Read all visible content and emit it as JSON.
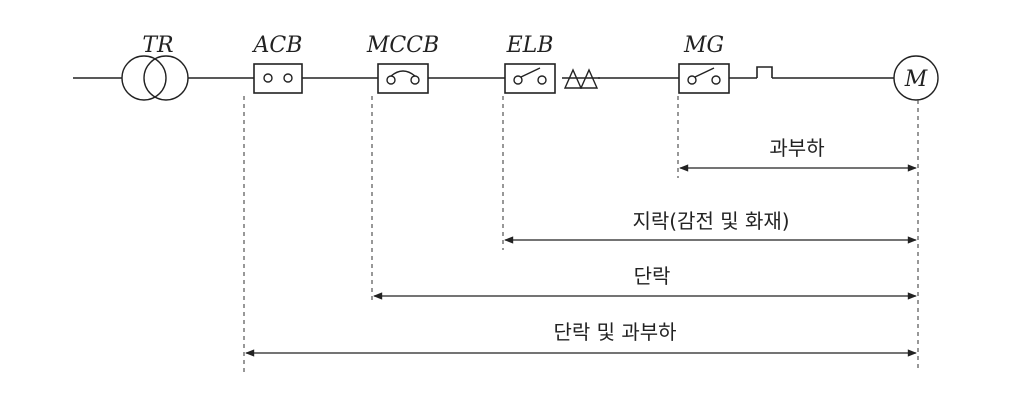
{
  "devices": {
    "tr": {
      "label": "TR"
    },
    "acb": {
      "label": "ACB"
    },
    "mccb": {
      "label": "MCCB"
    },
    "elb": {
      "label": "ELB"
    },
    "mg": {
      "label": "MG"
    },
    "motor": {
      "label": "M"
    }
  },
  "ranges": [
    {
      "id": "overload",
      "label": "과부하"
    },
    {
      "id": "ground-fault",
      "label": "지락(감전 및 화재)"
    },
    {
      "id": "short-circuit",
      "label": "단락"
    },
    {
      "id": "short-circuit-overload",
      "label": "단락 및 과부하"
    }
  ]
}
